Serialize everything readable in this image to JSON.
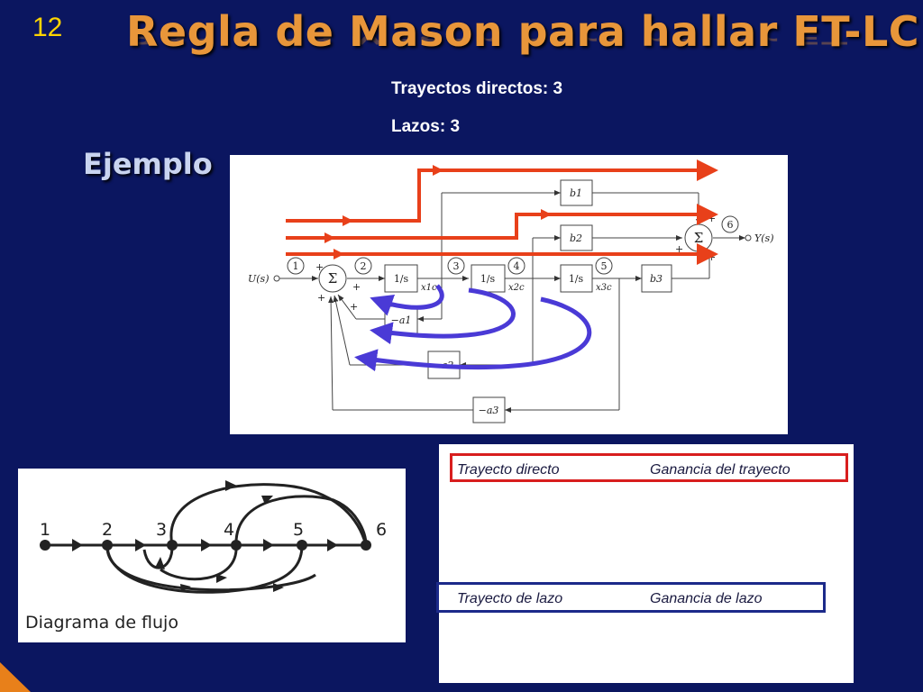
{
  "slide": {
    "number": "12",
    "title": "Regla de Mason para hallar FT-LC",
    "paths_label": "Trayectos directos:",
    "paths_count": "3",
    "loops_label": "Lazos:",
    "loops_count": "3",
    "example_label": "Ejemplo"
  },
  "block_diagram": {
    "input": "U(s)",
    "output": "Y(s)",
    "nodes": [
      "1",
      "2",
      "3",
      "4",
      "5",
      "6"
    ],
    "integrators": [
      "1/s",
      "1/s",
      "1/s"
    ],
    "states": [
      "x1c",
      "x2c",
      "x3c"
    ],
    "gains_b": [
      "b1",
      "b2",
      "b3"
    ],
    "gains_a": [
      "−a1",
      "−a2",
      "−a3"
    ],
    "sum_symbol": "Σ",
    "plus_sign": "+"
  },
  "flow_diagram": {
    "nodes": [
      "1",
      "2",
      "3",
      "4",
      "5",
      "6"
    ],
    "caption": "Diagrama de flujo"
  },
  "gain_table": {
    "path_header": "Trayecto directo",
    "path_gain_header": "Ganancia del trayecto",
    "loop_header": "Trayecto de lazo",
    "loop_gain_header": "Ganancia de lazo"
  },
  "colors": {
    "background": "#0b1660",
    "title": "#e8963a",
    "slide_number": "#ffd400",
    "forward_path_arrows": "#e8401a",
    "loop_arrows": "#4a3ad6",
    "table_path_border": "#d81e1e",
    "table_loop_border": "#1c2a8a"
  }
}
